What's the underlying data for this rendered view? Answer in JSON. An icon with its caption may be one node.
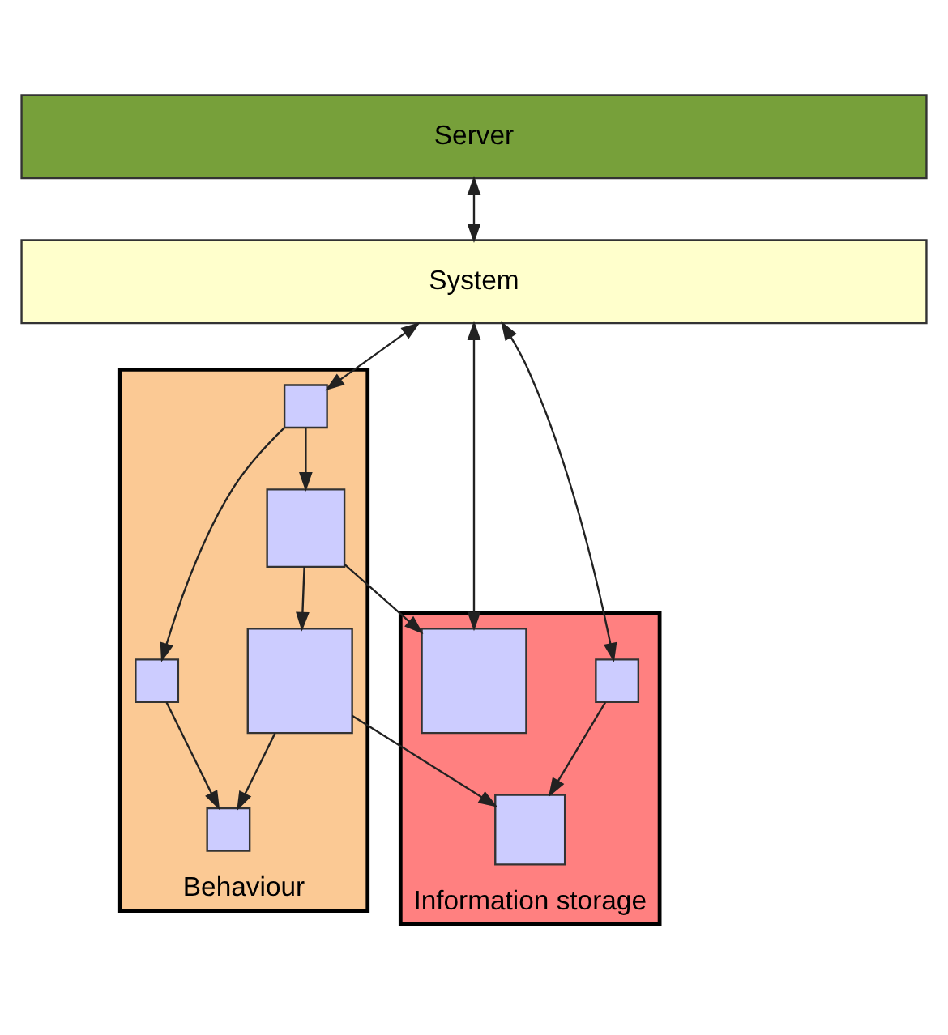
{
  "diagram": {
    "nodes": [
      {
        "text": [
          "Server"
        ]
      },
      {
        "text": [
          "System"
        ]
      },
      {
        "text": [
          "Behaviour"
        ]
      },
      {
        "text": [
          "Information storage"
        ]
      },
      {
        "text": [],
        "shape": "box",
        "in": 2
      },
      {
        "text": [],
        "shape": "box",
        "in": 2
      },
      {
        "text": [],
        "shape": "box",
        "in": 2
      },
      {
        "text": [],
        "shape": "box",
        "in": 2
      },
      {
        "text": [],
        "shape": "box",
        "in": 2
      },
      {
        "text": [],
        "shape": "box",
        "in": 3
      },
      {
        "text": [],
        "shape": "box",
        "in": 3
      },
      {
        "text": [],
        "shape": "box",
        "in": 3
      }
    ],
    "edges": [
      {
        "from": 0,
        "to": 1,
        "arrow": "both"
      },
      {
        "from": 1,
        "to": 4,
        "arrow": "both"
      },
      {
        "from": 4,
        "to": 5,
        "arrow": "to"
      },
      {
        "from": 5,
        "to": 9,
        "arrow": "to"
      },
      {
        "from": 4,
        "to": 6,
        "arrow": "to"
      },
      {
        "from": 5,
        "to": 7,
        "arrow": "to"
      },
      {
        "from": 6,
        "to": 8,
        "arrow": "to"
      },
      {
        "from": 7,
        "to": 8,
        "arrow": "to"
      },
      {
        "from": 7,
        "to": 11,
        "arrow": "to"
      },
      {
        "from": 1,
        "to": 9,
        "arrow": "both"
      },
      {
        "from": 1,
        "to": 10,
        "arrow": "both"
      },
      {
        "from": 10,
        "to": 11,
        "arrow": "to"
      }
    ]
  }
}
